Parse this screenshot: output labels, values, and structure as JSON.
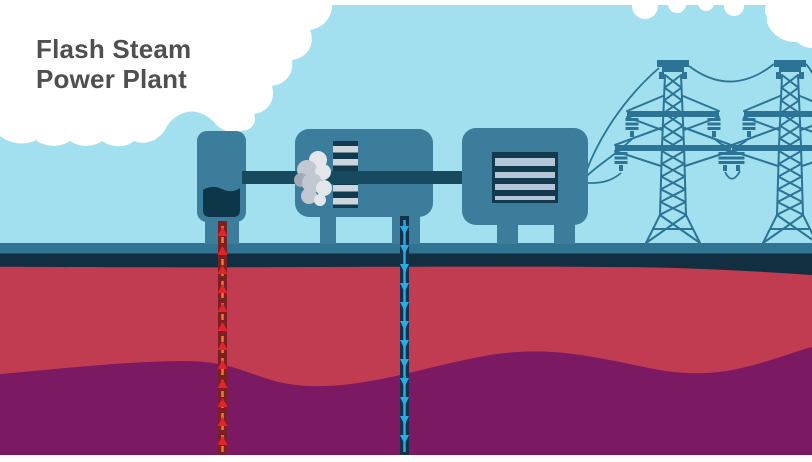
{
  "title": {
    "line1": "Flash Steam",
    "line2": "Power Plant"
  },
  "components": [
    "sky",
    "clouds",
    "separator-tank",
    "steam-turbine",
    "turbine-blades",
    "steam-puff",
    "generator",
    "generator-grille",
    "drive-shaft",
    "transmission-pylon-left",
    "transmission-pylon-right",
    "power-lines",
    "ground-surface",
    "subsoil-band",
    "hot-rock-layer",
    "magma-layer",
    "production-well-pipe",
    "injection-well-pipe"
  ],
  "pipes": {
    "production_well": {
      "flow": "up",
      "content": "hot geothermal fluid"
    },
    "injection_well": {
      "flow": "down",
      "content": "cooled water"
    }
  },
  "colors": {
    "sky": "#a2e0ef",
    "cloud": "#ffffff",
    "title_text": "#4f4f4f",
    "machine": "#3b7d9b",
    "machine_dark": "#113a4d",
    "pipe_dark": "#174a5e",
    "liquid": "#0d3748",
    "bar_light": "#cdd6de",
    "grille_light": "#b5c6d8",
    "platform": "#307492",
    "subsoil": "#112f40",
    "hot_rock": "#c23c51",
    "magma": "#7b1a63",
    "tower": "#2c7495",
    "pipe_red_casing": "#7c1e22",
    "pipe_red_line": "#ee7d27",
    "pipe_red_arrow": "#e5232b",
    "pipe_blue_casing": "#14304a",
    "pipe_blue": "#2aabe1",
    "steam_light": "#e4e6eb",
    "steam_mid": "#c2c8d2",
    "steam_dark": "#a2aab8"
  }
}
